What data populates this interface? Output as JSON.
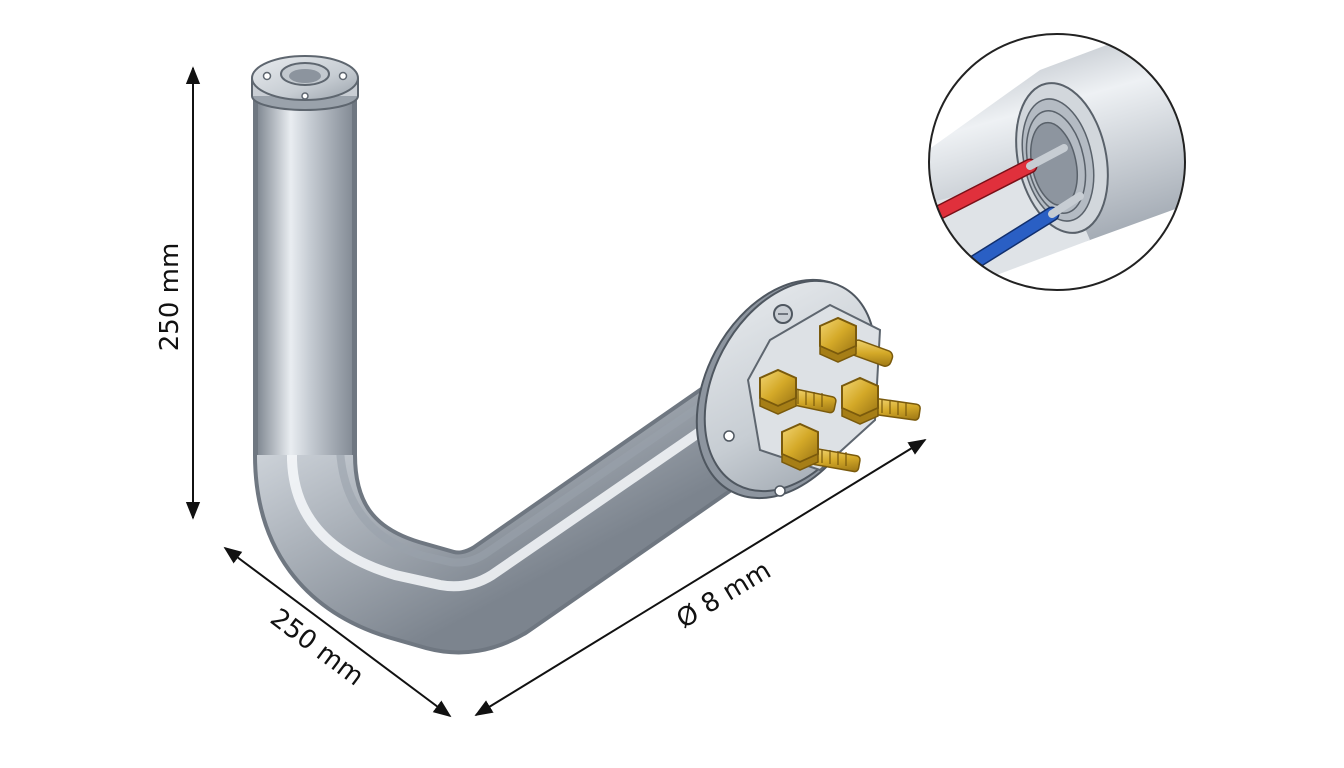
{
  "dimensions": {
    "vertical_length": "250 mm",
    "horizontal_length": "250 mm",
    "diameter": "Ø 8 mm"
  },
  "colors": {
    "tube_steel": "#b9bfc7",
    "brass": "#d4a928",
    "wire_red": "#e0303c",
    "wire_blue": "#2a5fc4",
    "dimension_line": "#111111"
  },
  "parts": {
    "terminal_count": 4,
    "detail_view_wire_count": 2
  }
}
